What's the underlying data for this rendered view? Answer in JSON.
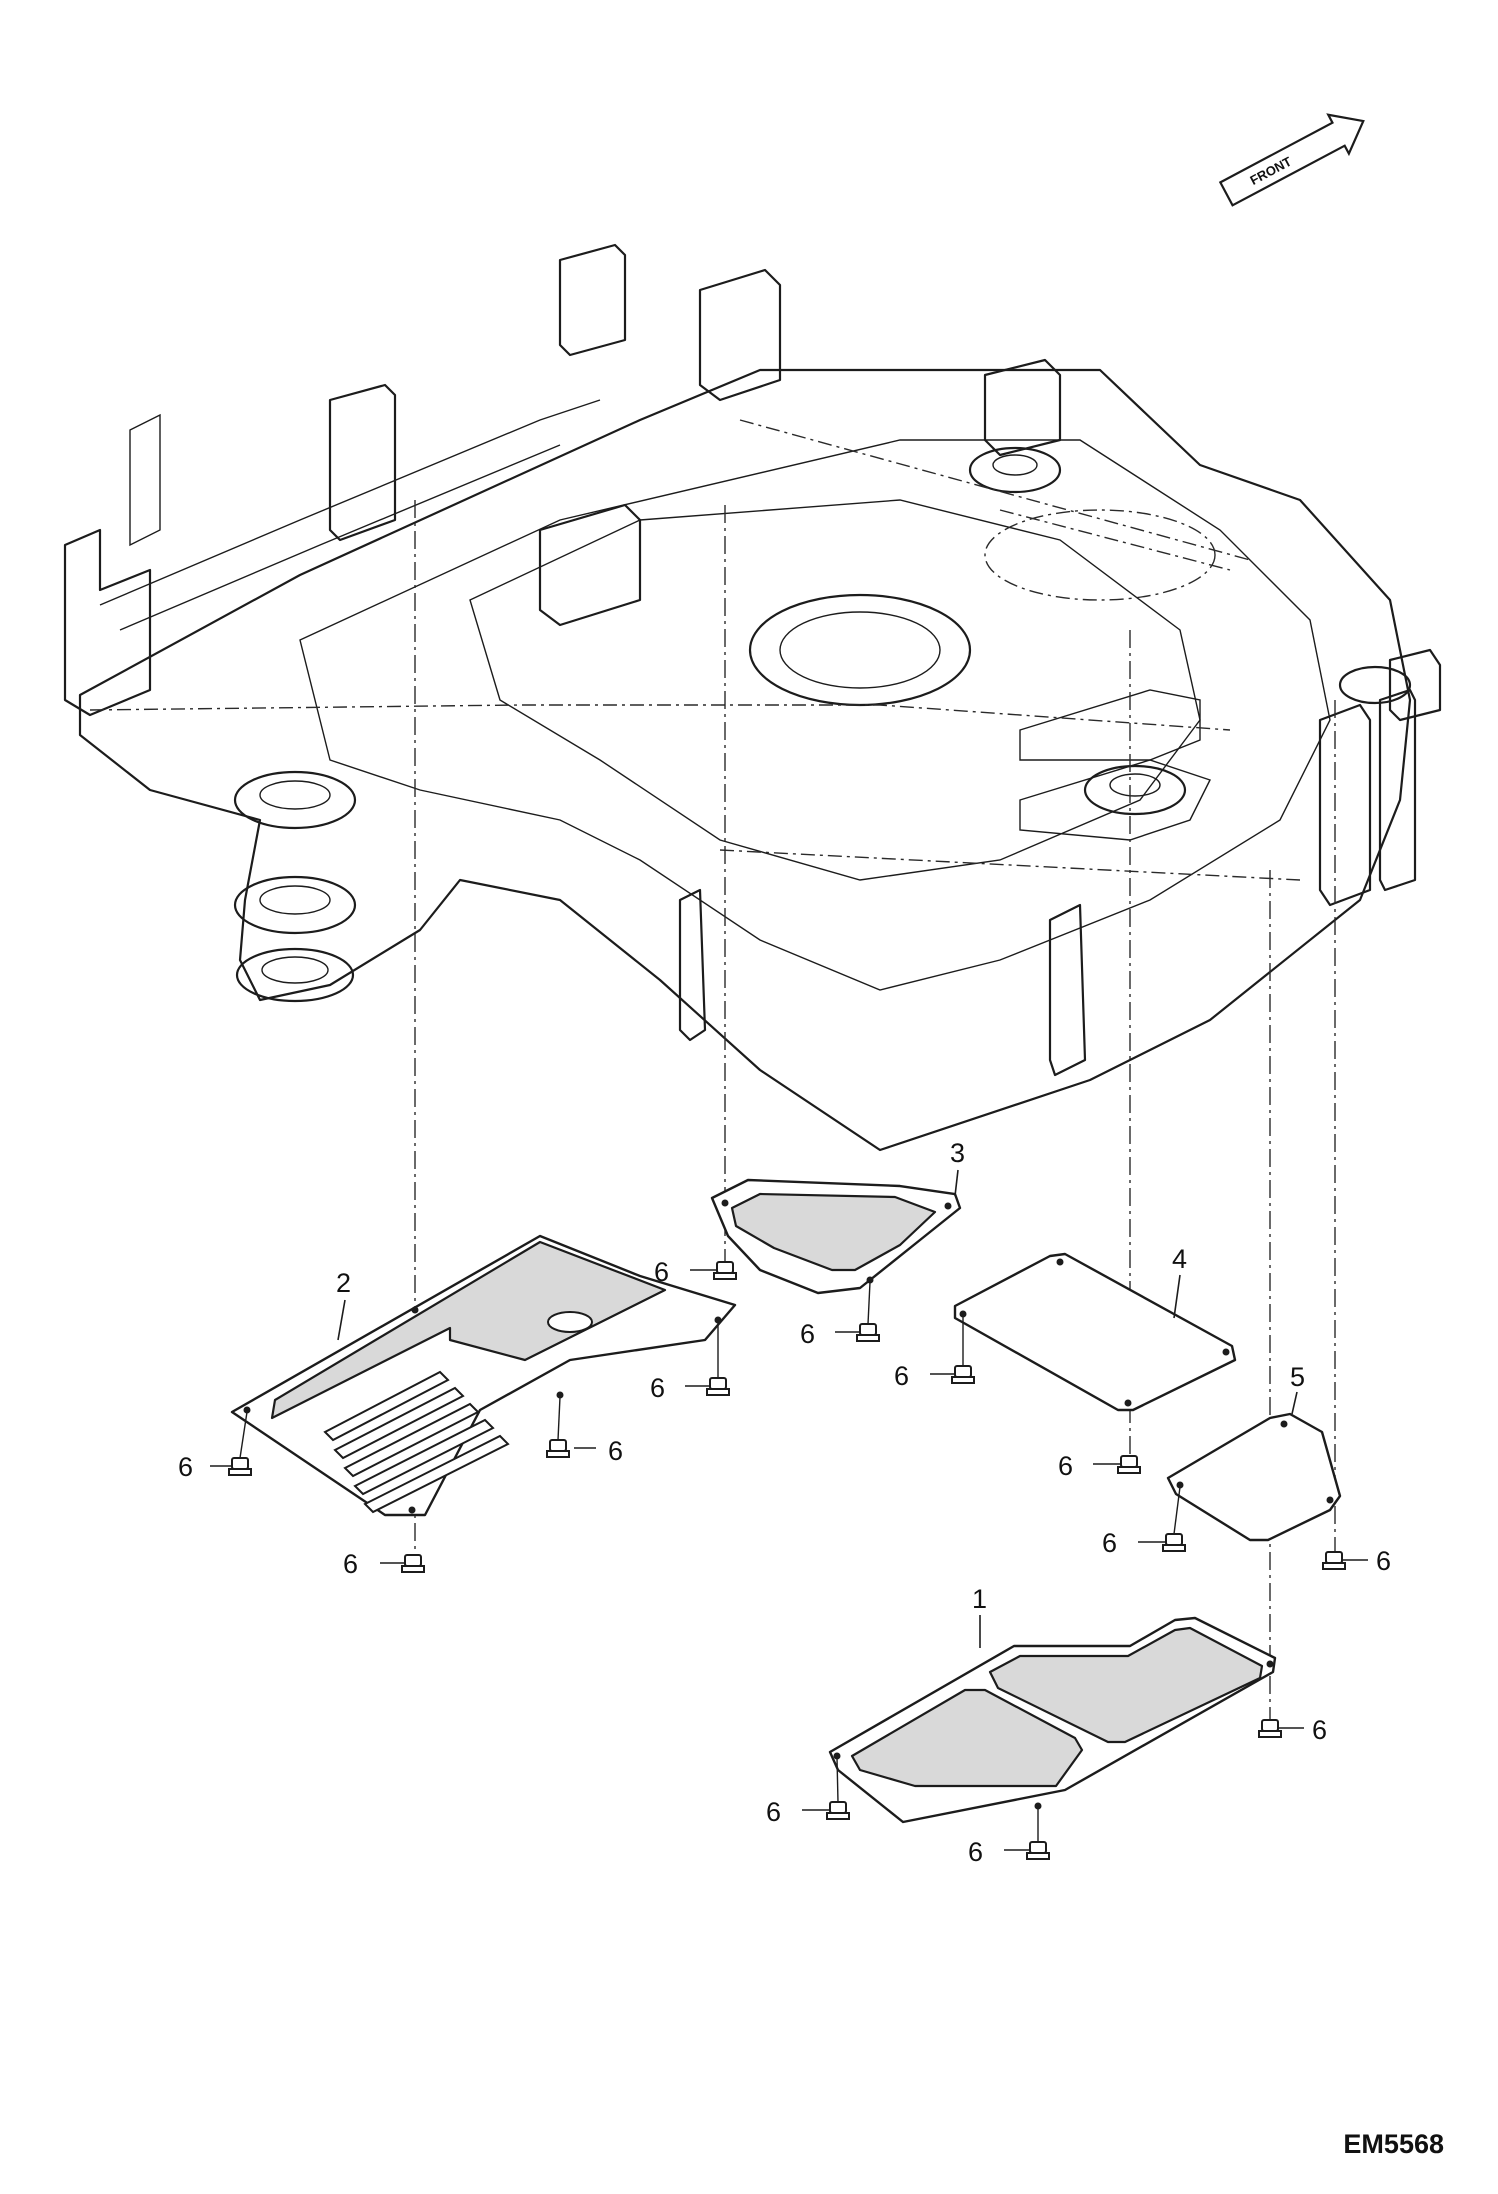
{
  "front_arrow": {
    "label": "FRONT"
  },
  "callouts": {
    "part_1": "1",
    "part_2": "2",
    "part_3": "3",
    "part_4": "4",
    "part_5": "5",
    "bolt": "6"
  },
  "figure_id": "EM5568",
  "colors": {
    "line": "#1c1c1c",
    "pad_fill": "#d9d9d9",
    "background": "#ffffff"
  }
}
